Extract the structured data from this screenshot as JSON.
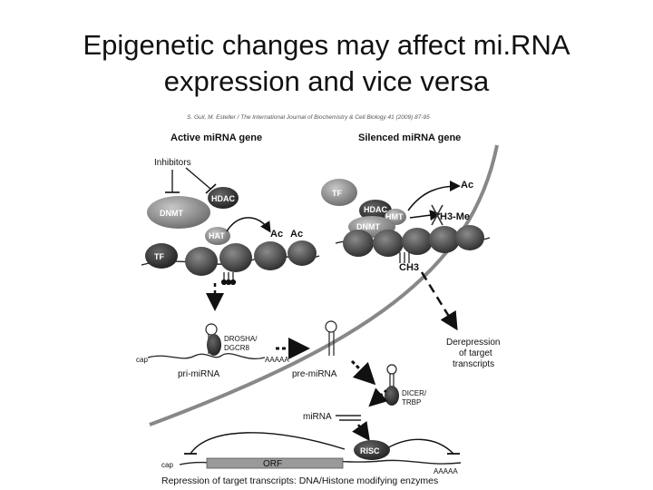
{
  "title": {
    "line1": "Epigenetic changes may affect mi.RNA",
    "line2": "expression and vice versa"
  },
  "figure": {
    "citation": "S. Guil, M. Esteller / The International Journal of Biochemistry & Cell Biology 41 (2009) 87-95",
    "header_active": "Active miRNA gene",
    "header_silenced": "Silenced miRNA gene",
    "inhibitors": "Inhibitors",
    "hdac": "HDAC",
    "dnmt": "DNMT",
    "hat": "HAT",
    "tf": "TF",
    "ac": "Ac",
    "hmt": "HMT",
    "h3me": "H3-Me",
    "ch3": "CH3",
    "drosha": "DROSHA/",
    "dgcr8": "DGCR8",
    "cap": "cap",
    "polya": "AAAAA",
    "pri_mirna": "pri-miRNA",
    "pre_mirna": "pre-miRNA",
    "derepression1": "Derepression",
    "derepression2": "of target",
    "derepression3": "transcripts",
    "dicer1": "DICER/",
    "dicer2": "TRBP",
    "mirna": "miRNA",
    "risc": "RISC",
    "orf": "ORF",
    "caption": "Repression of target transcripts: DNA/Histone modifying enzymes"
  },
  "colors": {
    "dark": "#333333",
    "mid": "#777777",
    "light": "#aaaaaa"
  }
}
